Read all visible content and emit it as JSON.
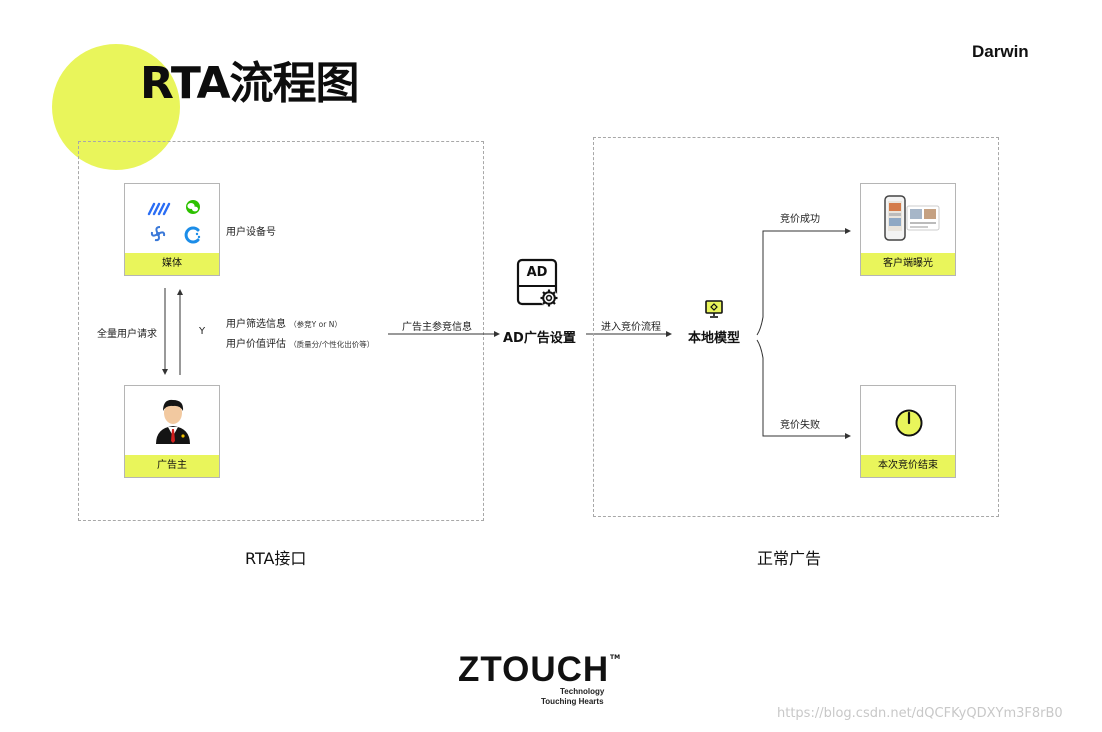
{
  "header": {
    "title": "RTA流程图",
    "brand": "Darwin"
  },
  "left_panel": {
    "media_card_label": "媒体",
    "advertiser_card_label": "广告主",
    "device_id_label": "用户设备号",
    "full_request_label": "全量用户请求",
    "y_label": "Y",
    "filter_info_label": "用户筛选信息",
    "filter_info_note": "（参竞Y or N）",
    "value_eval_label": "用户价值评估",
    "value_eval_note": "（质量分/个性化出价等）",
    "section_label": "RTA接口"
  },
  "center": {
    "arrow_label": "广告主参竞信息",
    "ad_icon_text": "AD",
    "ad_setting_label": "AD广告设置",
    "enter_bid_label": "进入竞价流程",
    "local_model_label": "本地模型"
  },
  "right_panel": {
    "success_label": "竞价成功",
    "fail_label": "竞价失败",
    "exposure_card_label": "客户端曝光",
    "end_card_label": "本次竞价结束",
    "section_label": "正常广告"
  },
  "footer": {
    "brand": "ZTOUCH",
    "trademark": "TM",
    "tagline_1": "Technology",
    "tagline_2": "Touching Hearts",
    "watermark": "https://blog.csdn.net/dQCFKyQDXYm3F8rB0"
  },
  "colors": {
    "accent": "#e9f55b",
    "border": "#a8a8a8"
  }
}
